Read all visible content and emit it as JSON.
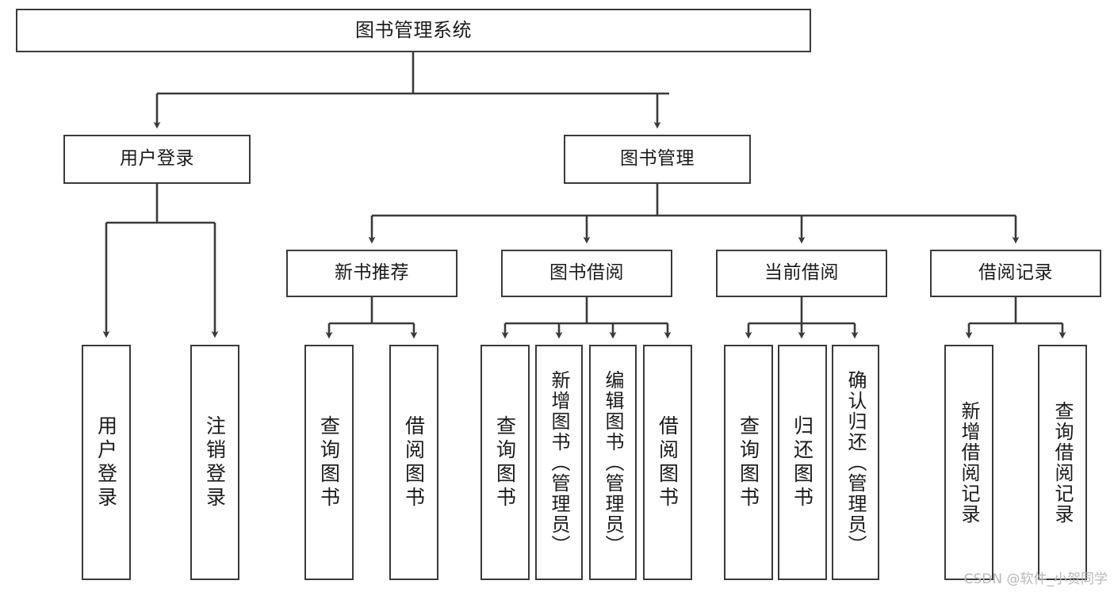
{
  "diagram": {
    "title": "图书管理系统",
    "type": "tree-hierarchy-chart",
    "watermark": "CSDN @软件_小贺同学",
    "colors": {
      "box_border": "#3a3a3a",
      "box_fill": "#ffffff",
      "edge": "#3a3a3a",
      "text": "#1b1b1b",
      "watermark": "#b8b8b8",
      "background": "#ffffff"
    },
    "levels": {
      "root": {
        "label": "图书管理系统"
      },
      "level2": [
        {
          "id": "user-login",
          "label": "用户登录"
        },
        {
          "id": "book-management",
          "label": "图书管理"
        }
      ],
      "level3": [
        {
          "id": "new-book-recommend",
          "label": "新书推荐",
          "parent": "book-management"
        },
        {
          "id": "book-borrow",
          "label": "图书借阅",
          "parent": "book-management"
        },
        {
          "id": "current-borrow",
          "label": "当前借阅",
          "parent": "book-management"
        },
        {
          "id": "borrow-record",
          "label": "借阅记录",
          "parent": "book-management"
        }
      ],
      "leaves": [
        {
          "id": "leaf-user-login",
          "label": "用户登录",
          "parent": "user-login"
        },
        {
          "id": "leaf-logout-login",
          "label": "注销登录",
          "parent": "user-login"
        },
        {
          "id": "leaf-query-book-1",
          "label": "查询图书",
          "parent": "new-book-recommend"
        },
        {
          "id": "leaf-borrow-book-1",
          "label": "借阅图书",
          "parent": "new-book-recommend"
        },
        {
          "id": "leaf-query-book-2",
          "label": "查询图书",
          "parent": "book-borrow"
        },
        {
          "id": "leaf-add-book",
          "label": "新增图书（管理员）",
          "parent": "book-borrow"
        },
        {
          "id": "leaf-edit-book",
          "label": "编辑图书（管理员）",
          "parent": "book-borrow"
        },
        {
          "id": "leaf-borrow-book-2",
          "label": "借阅图书",
          "parent": "book-borrow"
        },
        {
          "id": "leaf-query-book-3",
          "label": "查询图书",
          "parent": "current-borrow"
        },
        {
          "id": "leaf-return-book",
          "label": "归还图书",
          "parent": "current-borrow"
        },
        {
          "id": "leaf-confirm-return",
          "label": "确认归还（管理员）",
          "parent": "current-borrow"
        },
        {
          "id": "leaf-add-record",
          "label": "新增借阅记录",
          "parent": "borrow-record"
        },
        {
          "id": "leaf-query-record",
          "label": "查询借阅记录",
          "parent": "borrow-record"
        }
      ]
    }
  }
}
